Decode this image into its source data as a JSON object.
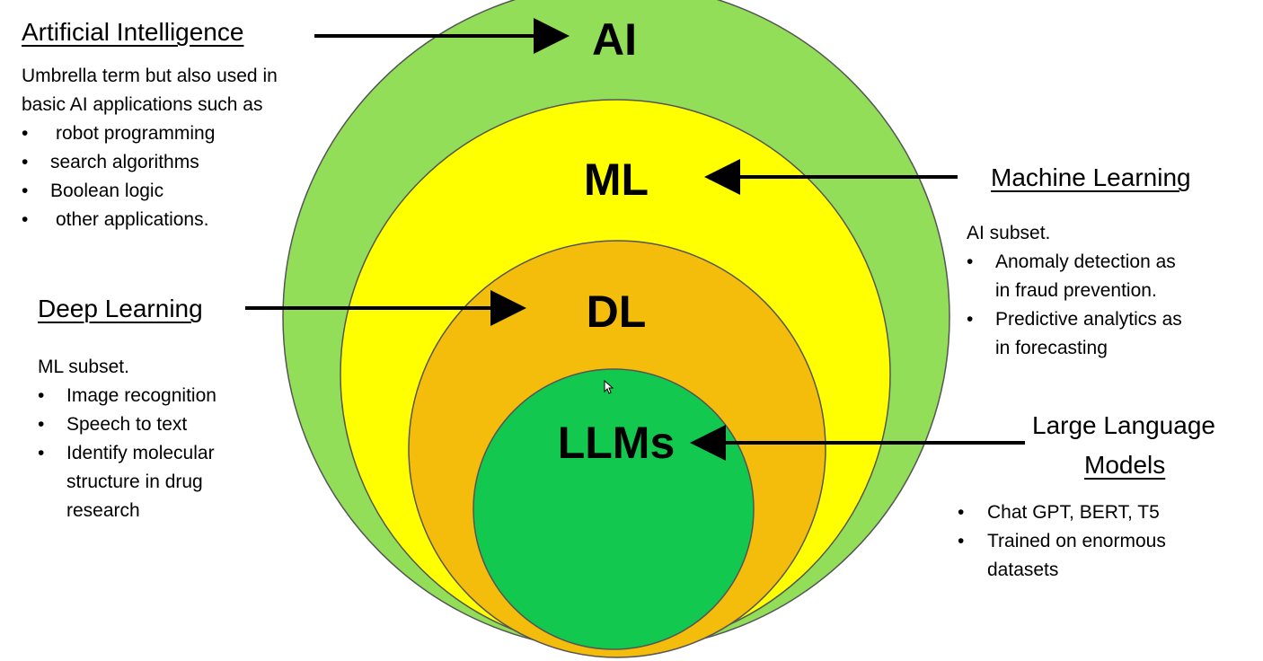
{
  "circles": {
    "ai": {
      "label": "AI",
      "color": "#92DE58"
    },
    "ml": {
      "label": "ML",
      "color": "#FFFF00"
    },
    "dl": {
      "label": "DL",
      "color": "#F4BC0B"
    },
    "llm": {
      "label": "LLMs",
      "color": "#13C84F"
    }
  },
  "bullet_glyph": "•",
  "ai_block": {
    "heading": "Artificial Intelligence",
    "desc_line1": "Umbrella term but also used in",
    "desc_line2": "basic AI applications such as",
    "items": [
      "robot programming",
      "search algorithms",
      "Boolean logic",
      "other applications."
    ]
  },
  "dl_block": {
    "heading": "Deep Learning",
    "desc": "ML subset.",
    "items": [
      "Image recognition",
      "Speech to text",
      "Identify molecular",
      "structure in drug",
      "research"
    ]
  },
  "ml_block": {
    "heading": "Machine Learning",
    "desc": "AI subset.",
    "items": [
      "Anomaly detection as",
      "in fraud prevention.",
      "Predictive analytics as",
      "in forecasting"
    ]
  },
  "llm_block": {
    "heading_line1": "Large Language",
    "heading_line2": "Models",
    "items": [
      "Chat GPT, BERT, T5",
      "Trained on enormous",
      "datasets"
    ]
  }
}
